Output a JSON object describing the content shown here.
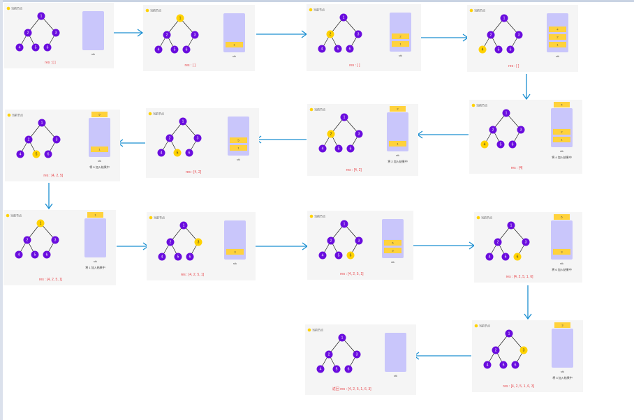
{
  "legend_label": "当前节点",
  "stack_label": "stk",
  "tree": {
    "nodes": [
      {
        "id": "n1",
        "value": "1"
      },
      {
        "id": "n2",
        "value": "2"
      },
      {
        "id": "n3",
        "value": "3"
      },
      {
        "id": "n4",
        "value": "4"
      },
      {
        "id": "n5",
        "value": "5"
      },
      {
        "id": "n6",
        "value": "6"
      }
    ],
    "edges": [
      [
        "n1",
        "n2"
      ],
      [
        "n1",
        "n3"
      ],
      [
        "n2",
        "n4"
      ],
      [
        "n2",
        "n5"
      ],
      [
        "n3",
        "n6"
      ]
    ]
  },
  "steps": [
    {
      "current": null,
      "stack": [],
      "top": null,
      "res": "res : [ ]",
      "note": ""
    },
    {
      "current": "n1",
      "stack": [
        "1"
      ],
      "top": null,
      "res": "res : [ ]",
      "note": ""
    },
    {
      "current": "n2",
      "stack": [
        "2",
        "1"
      ],
      "top": null,
      "res": "res : [ ]",
      "note": ""
    },
    {
      "current": "n4",
      "stack": [
        "4",
        "2",
        "1"
      ],
      "top": null,
      "res": "res : [ ]",
      "note": ""
    },
    {
      "current": "n4",
      "stack": [
        "2",
        "1"
      ],
      "top": "4",
      "res": "res : [4]",
      "note": "将 4 加入结果中"
    },
    {
      "current": "n2",
      "stack": [
        "1"
      ],
      "top": "2",
      "res": "res : [4, 2]",
      "note": "将 2 加入结果中"
    },
    {
      "current": "n5",
      "stack": [
        "5",
        "1"
      ],
      "top": null,
      "res": "res : [4, 2]",
      "note": ""
    },
    {
      "current": "n5",
      "stack": [
        "1"
      ],
      "top": "5",
      "res": "res : [4, 2, 5]",
      "note": "将 5 加入结果中"
    },
    {
      "current": "n1",
      "stack": [],
      "top": "1",
      "res": "res : [4, 2, 5, 1]",
      "note": "将 1 加入结果中"
    },
    {
      "current": "n3",
      "stack": [
        "3"
      ],
      "top": null,
      "res": "res : [4, 2, 5, 1]",
      "note": ""
    },
    {
      "current": "n6",
      "stack": [
        "6",
        "3"
      ],
      "top": null,
      "res": "res : [4, 2, 5, 1]",
      "note": ""
    },
    {
      "current": "n6",
      "stack": [
        "3"
      ],
      "top": "6",
      "res": "res : [4, 2, 5, 1, 6]",
      "note": "将 6 加入结果中"
    },
    {
      "current": "n3",
      "stack": [],
      "top": "3",
      "res": "res : [4, 2, 5, 1, 6, 3]",
      "note": "将 3 加入结果中"
    },
    {
      "current": null,
      "stack": [],
      "top": null,
      "res": "返回 res : [4, 2, 5, 1, 6, 3]",
      "note": ""
    }
  ],
  "colors": {
    "node": "#6a0dde",
    "current": "#ffd200",
    "stack_box": "#c9c6fb",
    "arrow": "#1b8fd1",
    "res_text": "#e8464b"
  }
}
